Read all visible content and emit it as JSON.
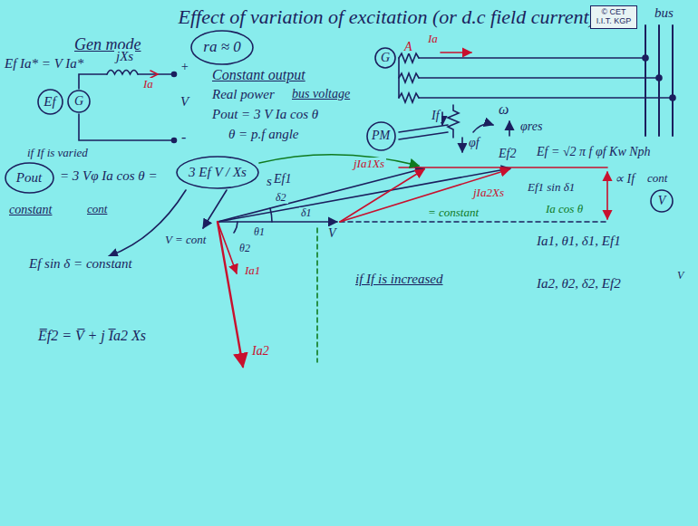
{
  "diagram": {
    "title": "Effect of variation of excitation (or d.c field current)",
    "nodes": [
      {
        "text": [
          "© CET I.I.T. KGP"
        ]
      },
      {
        "text": [
          "ra ≈ 0"
        ]
      },
      {
        "text": [
          "Ef"
        ]
      },
      {
        "text": [
          "G"
        ]
      },
      {
        "text": [
          "G"
        ]
      },
      {
        "text": [
          "Pout"
        ]
      },
      {
        "text": [
          "3 Ef V / Xs"
        ]
      },
      {
        "text": [
          "PM"
        ]
      },
      {
        "text": [
          "V"
        ]
      }
    ],
    "labels": [
      "bus",
      "Gen mode",
      "Ef Ia* = V Ia*",
      "jXs",
      "Ia",
      "+",
      "V",
      "-",
      "Constant output",
      "Real power",
      "bus voltage",
      "Pout = 3 V Ia cos θ",
      "θ = p.f angle",
      "Ia",
      "A",
      "If",
      "ω",
      "φres",
      "φf",
      "if If is varied",
      "= 3 Vφ Ia cos θ =",
      "sin δ",
      "Ef = √2 π f φf Kw Nph",
      "Ef2",
      "Ia cos θ",
      "Ef1",
      "δ2",
      "δ1",
      "jIa1Xs",
      "jIa2Xs",
      "= constant",
      "Ef1 sin δ1",
      "∝ If",
      "cont",
      "Ef sin δ = constant",
      "V = cont",
      "constant",
      "cont",
      "θ1",
      "θ2",
      "V",
      "Ia1",
      "Ia1, θ1, δ1, Ef1",
      "if If is increased",
      "Ia2, θ2, δ2, Ef2",
      "V",
      "E̅f2 = V̅ + j I̅a2 Xs",
      "Ia2"
    ]
  }
}
